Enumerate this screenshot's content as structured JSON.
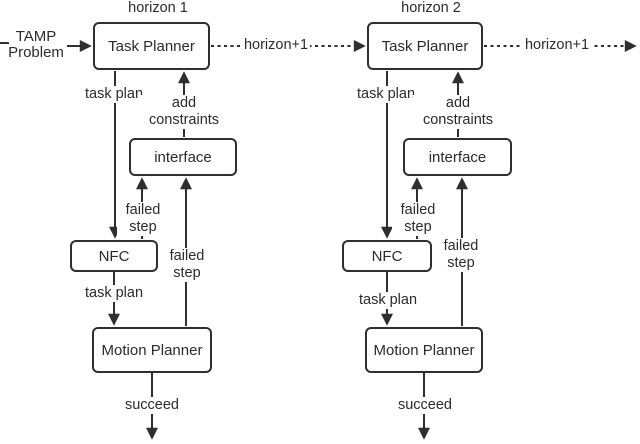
{
  "colors": {
    "stroke": "#2f2f2f",
    "text": "#2b2b2b",
    "background": "#ffffff"
  },
  "input": {
    "label": "TAMP Problem"
  },
  "columns": [
    {
      "horizon": "horizon 1",
      "boxes": {
        "task_planner": "Task Planner",
        "interface": "interface",
        "nfc": "NFC",
        "motion_planner": "Motion Planner"
      },
      "edges": {
        "task_plan_upper": "task plan",
        "add_constraints": "add constraints",
        "failed_step_inner": "failed step",
        "failed_step_outer": "failed step",
        "task_plan_lower": "task plan",
        "succeed": "succeed",
        "next_horizon": "horizon+1"
      }
    },
    {
      "horizon": "horizon 2",
      "boxes": {
        "task_planner": "Task Planner",
        "interface": "interface",
        "nfc": "NFC",
        "motion_planner": "Motion Planner"
      },
      "edges": {
        "task_plan_upper": "task plan",
        "add_constraints": "add constraints",
        "failed_step_inner": "failed step",
        "failed_step_outer": "failed step",
        "task_plan_lower": "task plan",
        "succeed": "succeed",
        "next_horizon": "horizon+1"
      }
    }
  ]
}
